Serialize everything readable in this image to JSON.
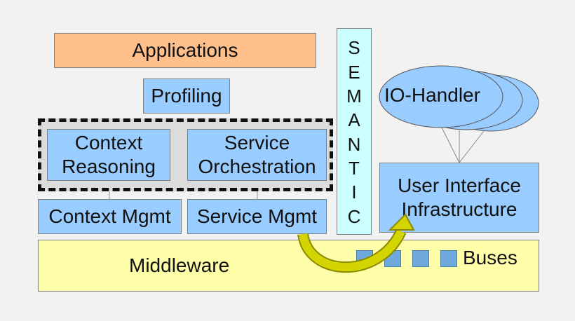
{
  "diagram": {
    "applications": "Applications",
    "profiling": "Profiling",
    "context_reasoning": [
      "Context",
      "Reasoning"
    ],
    "service_orchestration": [
      "Service",
      "Orchestration"
    ],
    "context_mgmt": "Context Mgmt",
    "service_mgmt": "Service Mgmt",
    "semantic_letters": [
      "S",
      "E",
      "M",
      "A",
      "N",
      "T",
      "I",
      "C"
    ],
    "middleware": "Middleware",
    "buses": "Buses",
    "io_handler": "IO-Handler",
    "ui_infrastructure": [
      "User Interface",
      "Infrastructure"
    ]
  },
  "colors": {
    "box_blue": "#99ccff",
    "applications_orange": "#ffc08c",
    "semantic_cyan": "#ccffff",
    "middleware_yellow": "#ffffaa",
    "arrow_olive": "#c4c400"
  }
}
